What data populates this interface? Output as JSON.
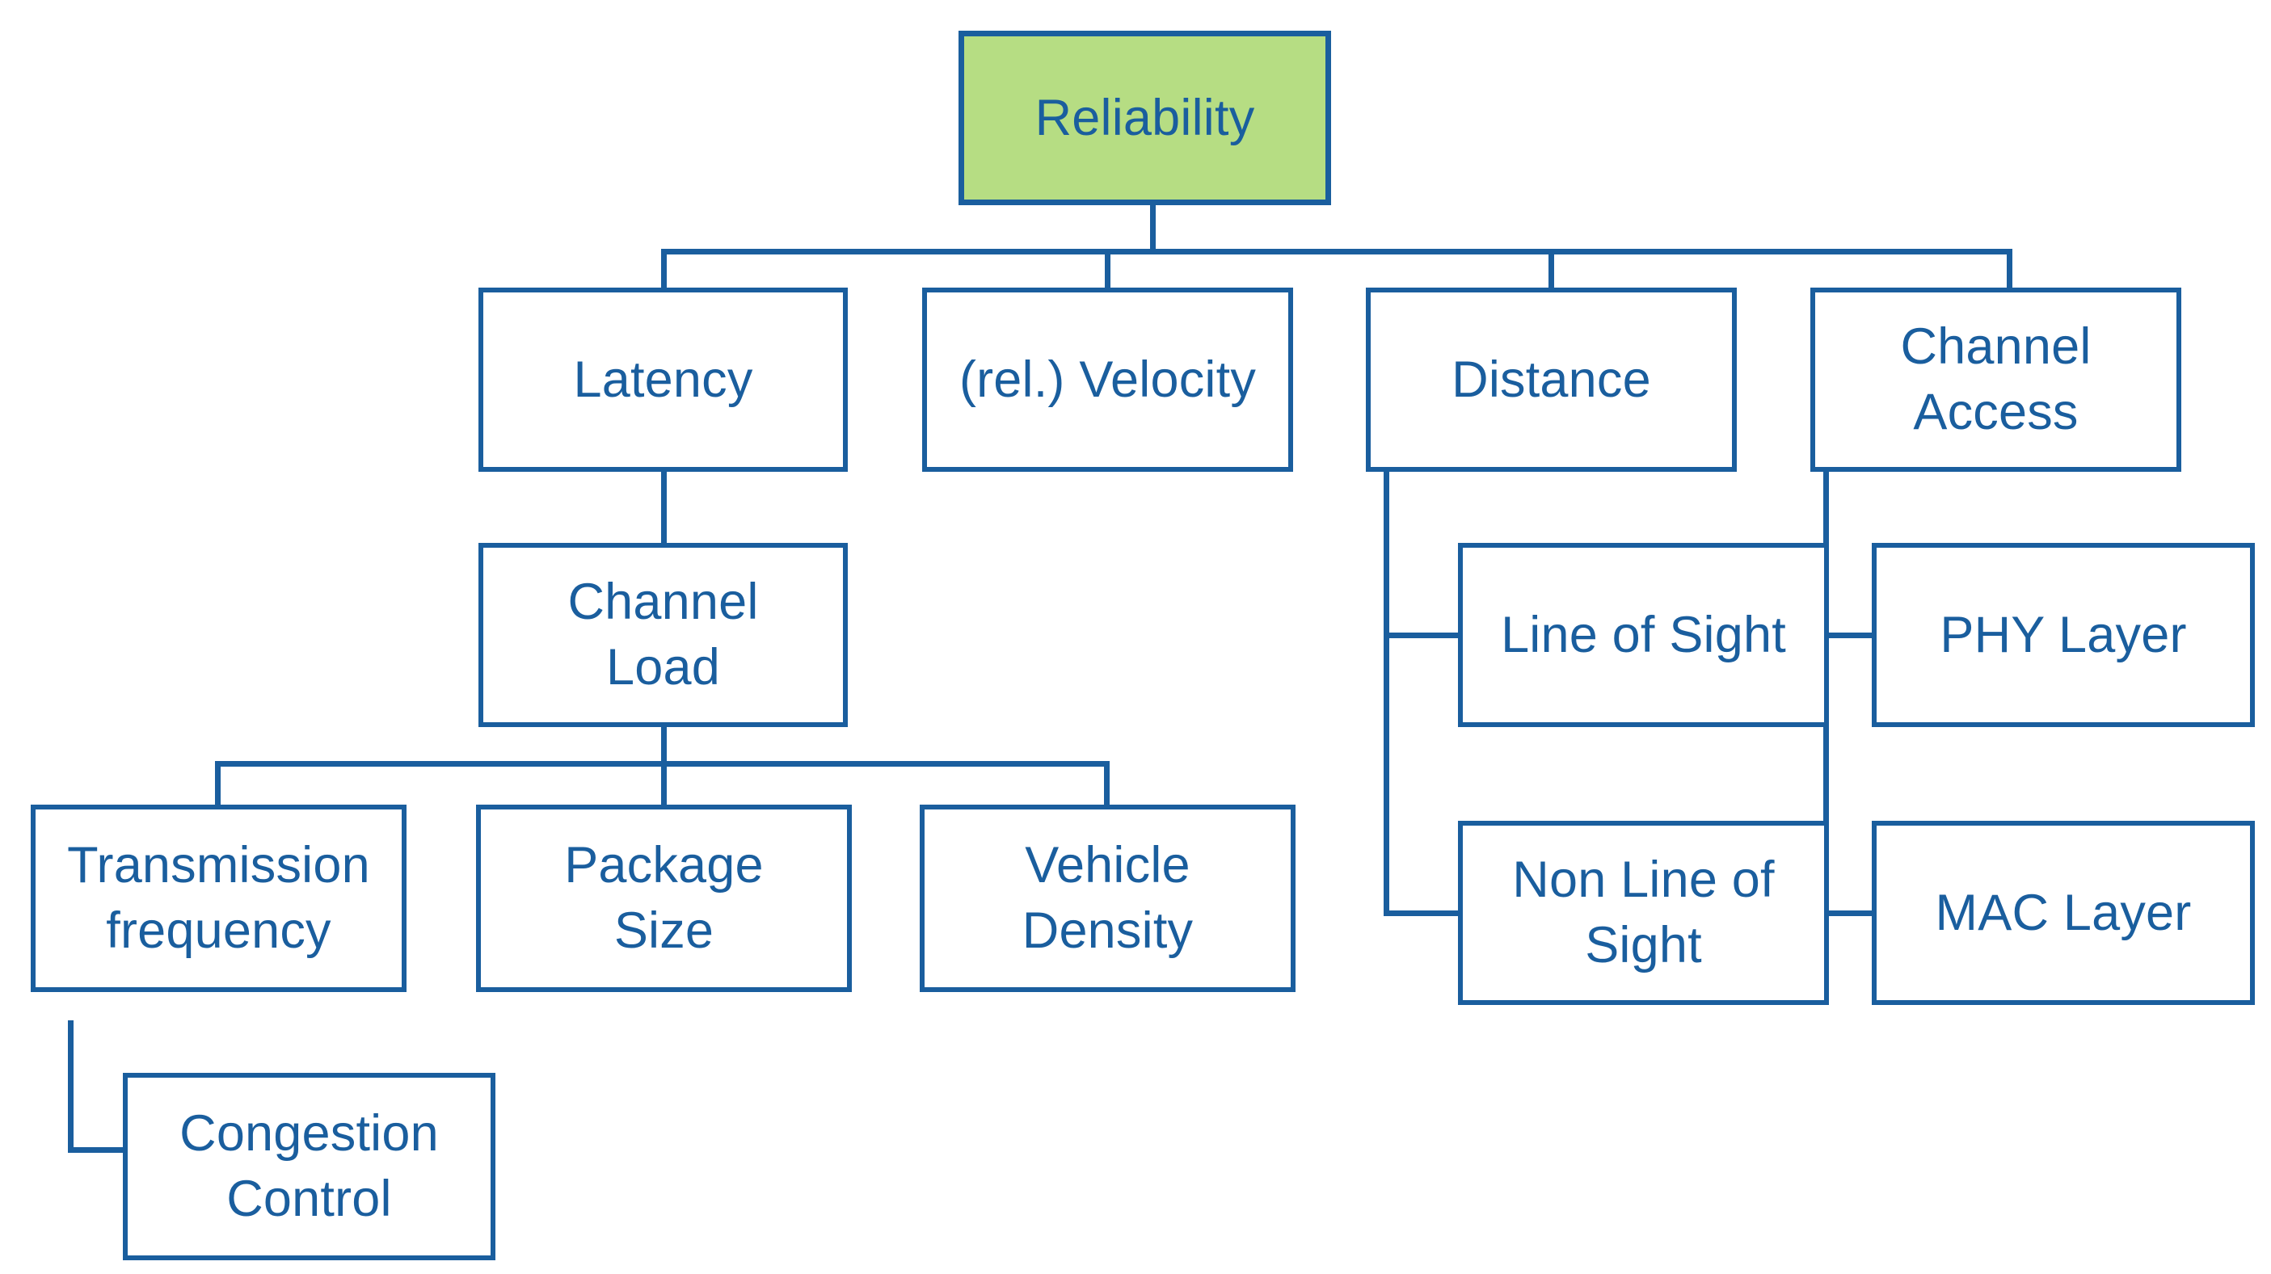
{
  "diagram": {
    "type": "tree",
    "title_node": "Reliability",
    "accent_color": "#1a5e9e",
    "root_fill_color": "#b6dd83",
    "background_color": "#ffffff",
    "nodes": {
      "root": {
        "label": "Reliability",
        "level": 0
      },
      "latency": {
        "label": "Latency",
        "level": 1
      },
      "velocity": {
        "label": "(rel.) Velocity",
        "level": 1
      },
      "distance": {
        "label": "Distance",
        "level": 1
      },
      "channel_access": {
        "label": "Channel\nAccess",
        "level": 1
      },
      "channel_load": {
        "label": "Channel\nLoad",
        "level": 2
      },
      "line_of_sight": {
        "label": "Line of Sight",
        "level": 2
      },
      "non_line_of_sight": {
        "label": "Non Line of\nSight",
        "level": 2
      },
      "phy_layer": {
        "label": "PHY Layer",
        "level": 2
      },
      "mac_layer": {
        "label": "MAC Layer",
        "level": 2
      },
      "transmission_frequency": {
        "label": "Transmission\nfrequency",
        "level": 3
      },
      "package_size": {
        "label": "Package\nSize",
        "level": 3
      },
      "vehicle_density": {
        "label": "Vehicle\nDensity",
        "level": 3
      },
      "congestion_control": {
        "label": "Congestion\nControl",
        "level": 4
      }
    },
    "edges": [
      {
        "from": "root",
        "to": "latency"
      },
      {
        "from": "root",
        "to": "velocity"
      },
      {
        "from": "root",
        "to": "distance"
      },
      {
        "from": "root",
        "to": "channel_access"
      },
      {
        "from": "latency",
        "to": "channel_load"
      },
      {
        "from": "distance",
        "to": "line_of_sight"
      },
      {
        "from": "distance",
        "to": "non_line_of_sight"
      },
      {
        "from": "channel_access",
        "to": "phy_layer"
      },
      {
        "from": "channel_access",
        "to": "mac_layer"
      },
      {
        "from": "channel_load",
        "to": "transmission_frequency"
      },
      {
        "from": "channel_load",
        "to": "package_size"
      },
      {
        "from": "channel_load",
        "to": "vehicle_density"
      },
      {
        "from": "transmission_frequency",
        "to": "congestion_control"
      }
    ]
  }
}
